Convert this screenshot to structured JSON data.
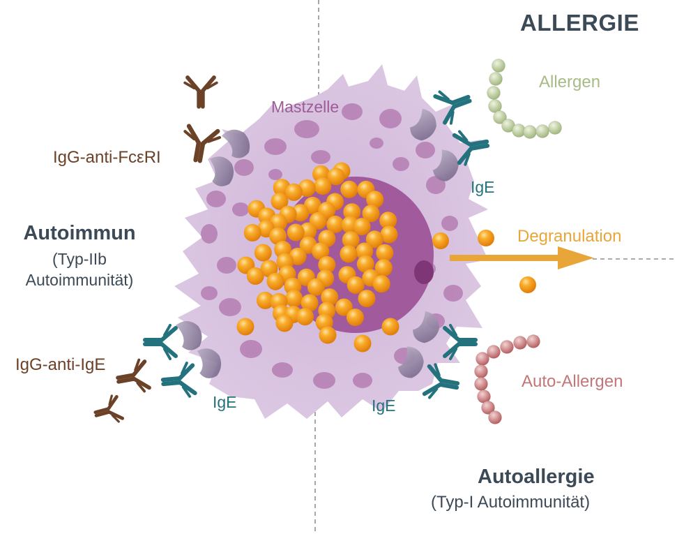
{
  "title": "ALLERGIE",
  "labels": {
    "allergen": "Allergen",
    "mastzelle": "Mastzelle",
    "igg_anti_fceri": "IgG-anti-FcεRI",
    "ige": "IgE",
    "autoimmun": "Autoimmun",
    "autoimmun_sub_1": "(Typ-IIb",
    "autoimmun_sub_2": "Autoimmunität)",
    "degranulation": "Degranulation",
    "igg_anti_ige": "IgG-anti-IgE",
    "auto_allergen": "Auto-Allergen",
    "autoallergie": "Autoallergie",
    "autoallergie_sub": "(Typ-I Autoimmunität)"
  },
  "colors": {
    "dark_text": "#3b4a56",
    "cell": "#d8c2df",
    "granule": "#b174ad",
    "nucleus": "#9b4f95",
    "granule_orange": "#f59c12",
    "ige_teal": "#23727d",
    "igg_brown": "#6b4127",
    "receptor": "#8a7896",
    "allergen_green": "#a7bb84",
    "auto_allergen_red": "#c37677",
    "arrow": "#e8a538"
  }
}
